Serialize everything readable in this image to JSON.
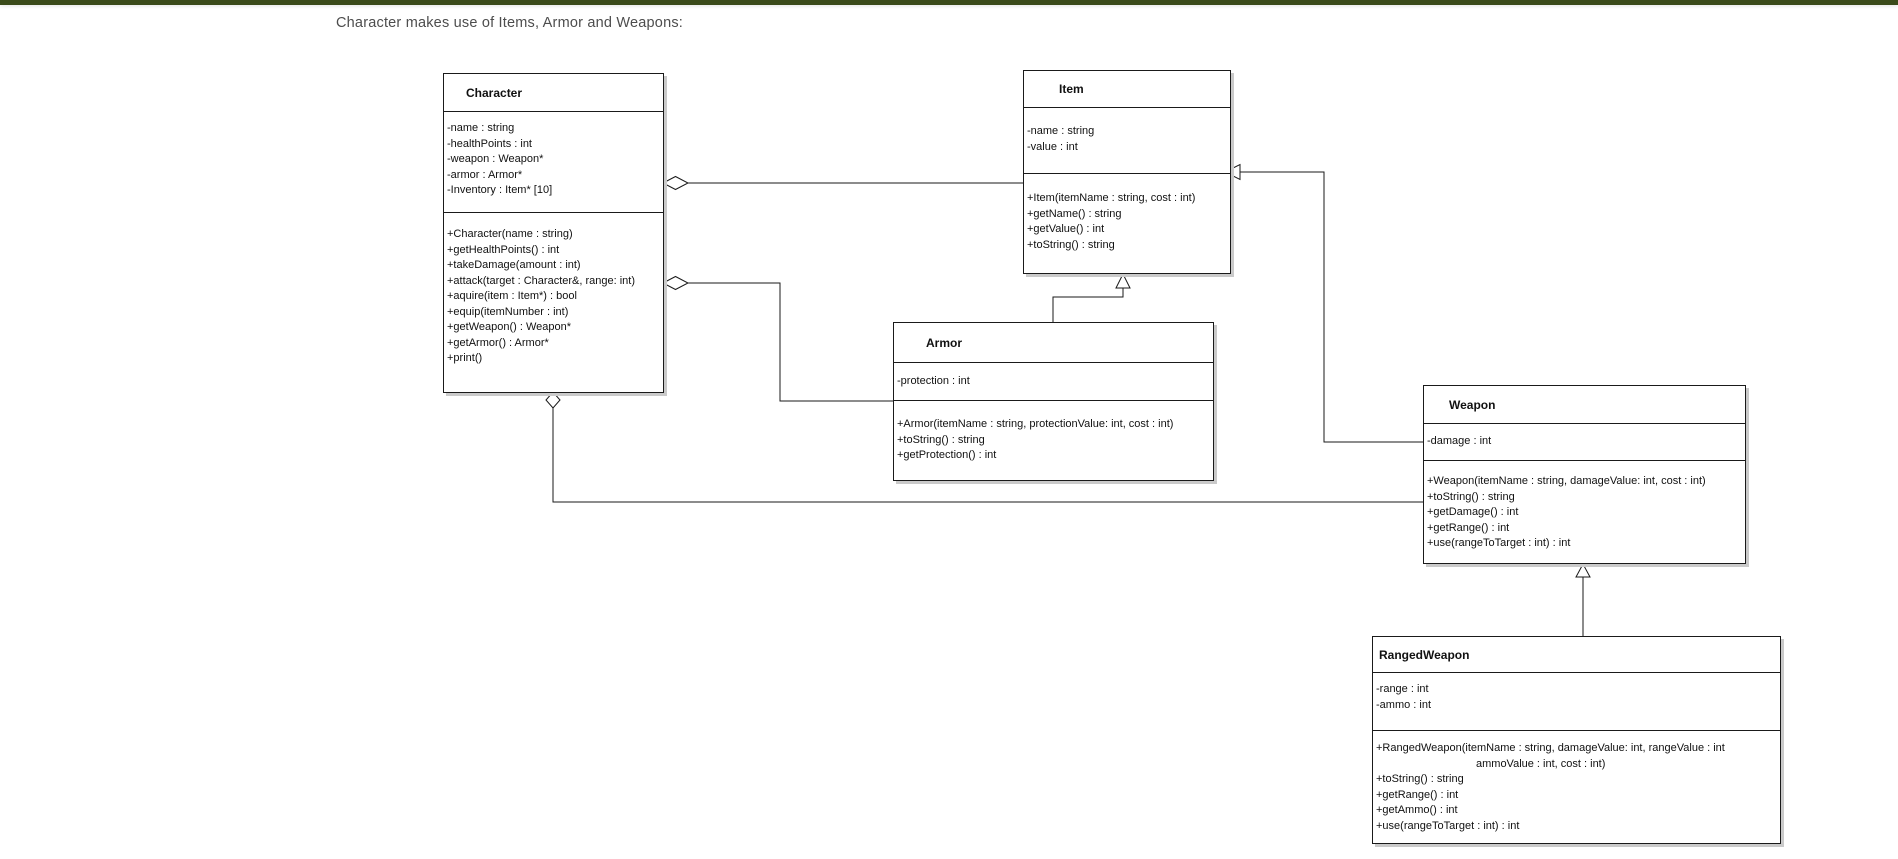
{
  "page": {
    "heading": "Character makes use of Items, Armor and Weapons:",
    "top_bar_color": "#3a4a19"
  },
  "diagram": {
    "type": "uml-class-diagram",
    "classes": [
      {
        "name": "Character",
        "attributes": [
          "-name : string",
          "-healthPoints : int",
          "-weapon : Weapon*",
          "-armor : Armor*",
          "-Inventory : Item* [10]"
        ],
        "methods": [
          "+Character(name : string)",
          "+getHealthPoints() : int",
          "+takeDamage(amount : int)",
          "+attack(target : Character&, range: int)",
          "+aquire(item : Item*) : bool",
          "+equip(itemNumber : int)",
          "+getWeapon() : Weapon*",
          "+getArmor() : Armor*",
          "+print()"
        ]
      },
      {
        "name": "Item",
        "attributes": [
          "-name : string",
          "-value : int"
        ],
        "methods": [
          "+Item(itemName : string, cost : int)",
          "+getName() : string",
          "+getValue() : int",
          "+toString() : string"
        ]
      },
      {
        "name": "Armor",
        "attributes": [
          "-protection : int"
        ],
        "methods": [
          "+Armor(itemName : string, protectionValue: int, cost : int)",
          "+toString() : string",
          "+getProtection() : int"
        ]
      },
      {
        "name": "Weapon",
        "attributes": [
          "-damage : int"
        ],
        "methods": [
          "+Weapon(itemName : string, damageValue: int, cost : int)",
          "+toString() : string",
          "+getDamage() : int",
          "+getRange() : int",
          "+use(rangeToTarget : int) : int"
        ]
      },
      {
        "name": "RangedWeapon",
        "attributes": [
          "-range : int",
          "-ammo : int"
        ],
        "methods": [
          "+RangedWeapon(itemName : string, damageValue: int, rangeValue : int",
          "ammoValue : int, cost : int)",
          "+toString() : string",
          "+getRange() : int",
          "+getAmmo() : int",
          "+use(rangeToTarget : int) : int"
        ]
      }
    ],
    "relationships": [
      {
        "from": "Character",
        "to": "Item",
        "type": "aggregation"
      },
      {
        "from": "Character",
        "to": "Armor",
        "type": "aggregation"
      },
      {
        "from": "Character",
        "to": "Weapon",
        "type": "aggregation"
      },
      {
        "from": "Weapon",
        "to": "Item",
        "type": "generalization"
      },
      {
        "from": "Armor",
        "to": "Item",
        "type": "generalization"
      },
      {
        "from": "RangedWeapon",
        "to": "Weapon",
        "type": "generalization"
      }
    ]
  }
}
